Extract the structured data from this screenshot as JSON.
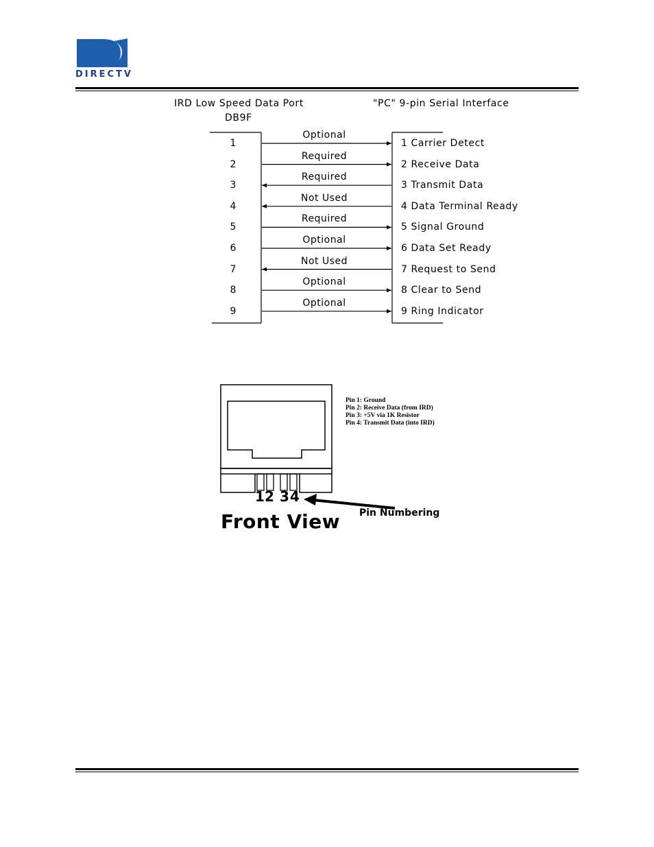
{
  "logo": {
    "text": "DIRECTV",
    "color": "#1d5fad"
  },
  "header": {
    "left_title": "IRD  Low Speed  Data Port",
    "left_subtitle": "DB9F",
    "right_title": "\"PC\"  9-pin  Serial  Interface"
  },
  "connections": [
    {
      "pin": "1",
      "label": "Optional",
      "pc": "1  Carrier Detect",
      "direction": "to_pc"
    },
    {
      "pin": "2",
      "label": "Required",
      "pc": "2  Receive  Data",
      "direction": "to_pc"
    },
    {
      "pin": "3",
      "label": "Required",
      "pc": "3  Transmit  Data",
      "direction": "to_ird"
    },
    {
      "pin": "4",
      "label": "Not Used",
      "pc": "4  Data  Terminal  Ready",
      "direction": "to_ird"
    },
    {
      "pin": "5",
      "label": "Required",
      "pc": "5  Signal  Ground",
      "direction": "to_pc"
    },
    {
      "pin": "6",
      "label": "Optional",
      "pc": "6  Data Set Ready",
      "direction": "to_pc"
    },
    {
      "pin": "7",
      "label": "Not Used",
      "pc": "7  Request  to  Send",
      "direction": "to_ird"
    },
    {
      "pin": "8",
      "label": "Optional",
      "pc": "8  Clear  to  Send",
      "direction": "to_pc"
    },
    {
      "pin": "9",
      "label": "Optional",
      "pc": "9  Ring  Indicator",
      "direction": "to_pc"
    }
  ],
  "jack": {
    "notes": [
      "Pin 1: Ground",
      "Pin 2: Receive Data (from IRD)",
      "Pin 3: +5V via 1K Resistor",
      "Pin 4: Transmit Data (into IRD)"
    ],
    "pin_labels": [
      "1",
      "2",
      "3",
      "4"
    ],
    "caption": "Front View",
    "arrow_label": "Pin Numbering"
  }
}
